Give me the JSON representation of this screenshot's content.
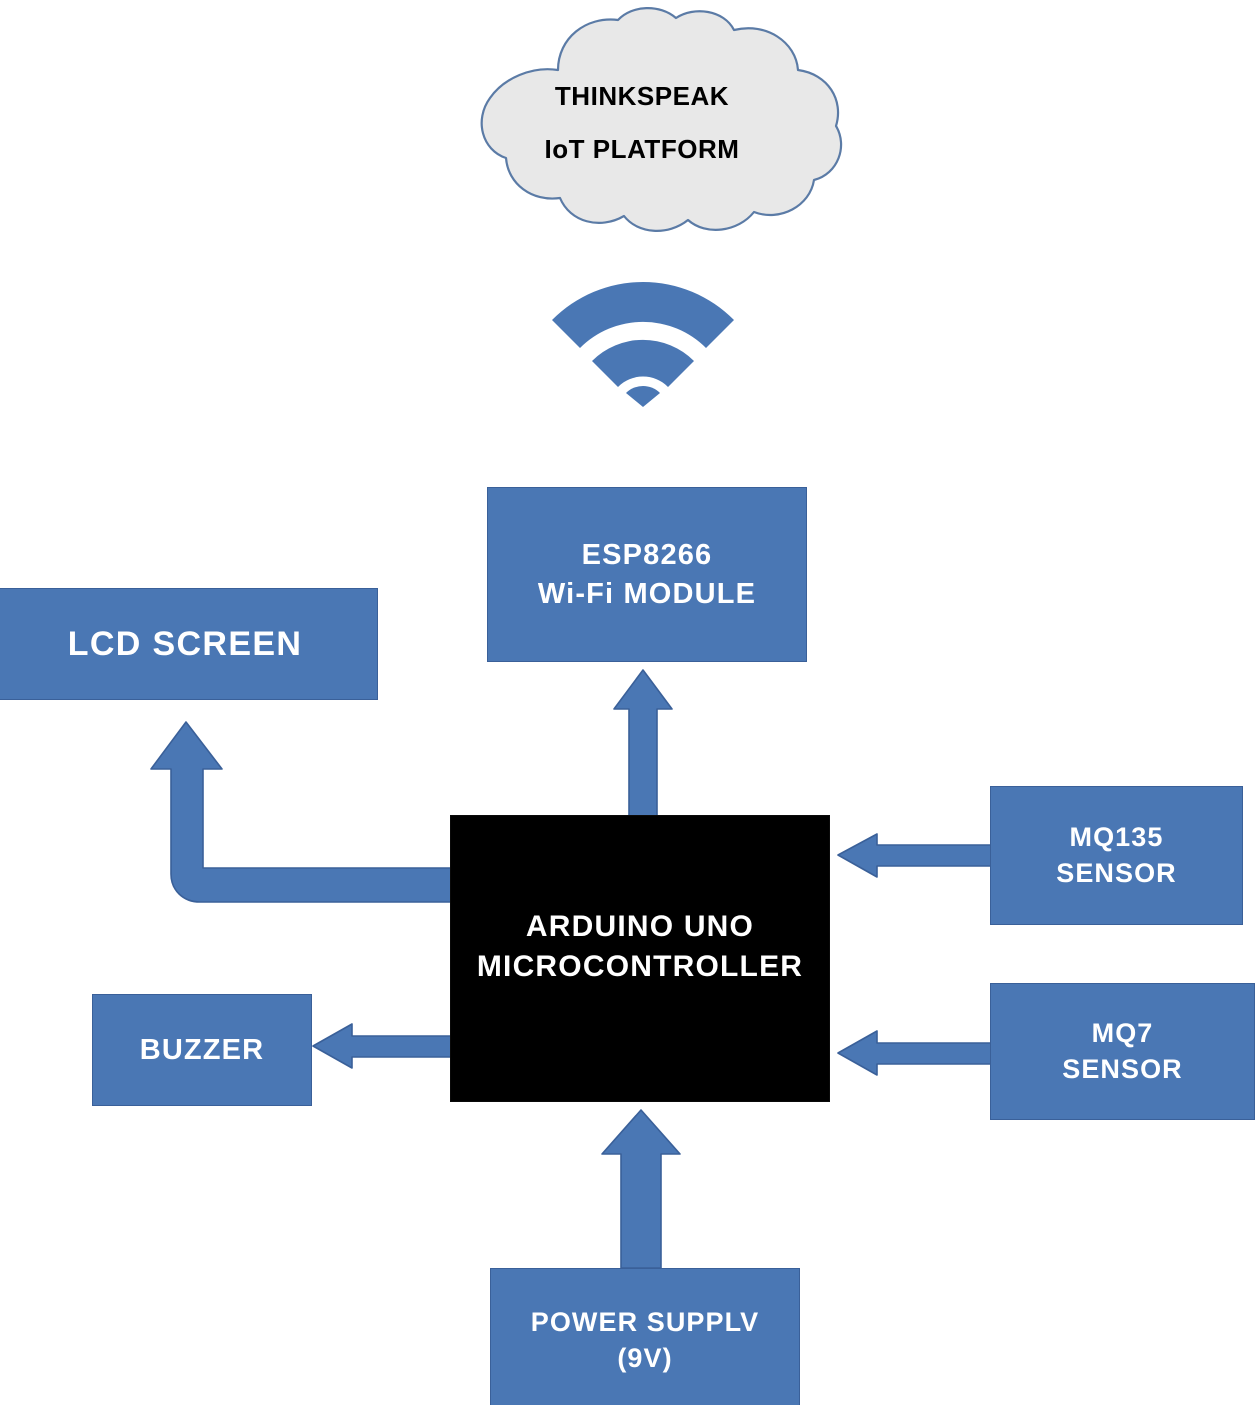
{
  "diagram": {
    "title": "IoT Air Quality Monitoring System Block Diagram",
    "colors": {
      "box_fill_blue": "#4a77b4",
      "box_border_blue": "#3a6099",
      "box_fill_black": "#000000",
      "arrow_fill": "#4a77b4",
      "arrow_border": "#3a6099",
      "cloud_fill": "#e8e8e8",
      "cloud_border": "#5b7ba6",
      "text_on_blue": "#ffffff",
      "text_on_black": "#ffffff",
      "text_on_cloud": "#000000"
    },
    "cloud": {
      "name": "thinkspeak-cloud",
      "line1": "THINKSPEAK",
      "line2": "IoT PLATFORM"
    },
    "wifi_icon": {
      "name": "wifi-signal-icon",
      "arcs": 3
    },
    "nodes": [
      {
        "id": "esp",
        "name": "esp8266-wifi-module-block",
        "line1": "ESP8266",
        "line2": "Wi-Fi MODULE",
        "style": "blue"
      },
      {
        "id": "lcd",
        "name": "lcd-screen-block",
        "line1": "LCD SCREEN",
        "line2": "",
        "style": "blue"
      },
      {
        "id": "arduino",
        "name": "arduino-uno-block",
        "line1": "ARDUINO UNO",
        "line2": "MICROCONTROLLER",
        "style": "black"
      },
      {
        "id": "mq135",
        "name": "mq135-sensor-block",
        "line1": "MQ135",
        "line2": "SENSOR",
        "style": "blue"
      },
      {
        "id": "mq7",
        "name": "mq7-sensor-block",
        "line1": "MQ7",
        "line2": "SENSOR",
        "style": "blue"
      },
      {
        "id": "buzzer",
        "name": "buzzer-block",
        "line1": "BUZZER",
        "line2": "",
        "style": "blue"
      },
      {
        "id": "power",
        "name": "power-supply-block",
        "line1": "POWER SUPPLV",
        "line2": "(9V)",
        "style": "blue"
      }
    ],
    "connections": [
      {
        "name": "arrow-arduino-to-esp8266",
        "from": "arduino",
        "to": "esp",
        "direction": "up",
        "shape": "straight"
      },
      {
        "name": "arrow-arduino-to-lcd",
        "from": "arduino",
        "to": "lcd",
        "direction": "left-then-up",
        "shape": "elbow"
      },
      {
        "name": "arrow-mq135-to-arduino",
        "from": "mq135",
        "to": "arduino",
        "direction": "left",
        "shape": "straight"
      },
      {
        "name": "arrow-mq7-to-arduino",
        "from": "mq7",
        "to": "arduino",
        "direction": "left",
        "shape": "straight"
      },
      {
        "name": "arrow-arduino-to-buzzer",
        "from": "arduino",
        "to": "buzzer",
        "direction": "left",
        "shape": "straight"
      },
      {
        "name": "arrow-power-to-arduino",
        "from": "power",
        "to": "arduino",
        "direction": "up",
        "shape": "straight"
      },
      {
        "name": "link-esp8266-to-cloud",
        "from": "esp",
        "to": "cloud",
        "direction": "up",
        "shape": "wireless"
      }
    ]
  }
}
